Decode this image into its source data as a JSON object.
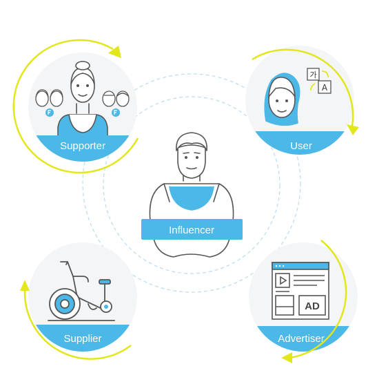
{
  "nodes": {
    "center": {
      "label": "Influencer"
    },
    "top_left": {
      "label": "Supporter",
      "badge_icon": "f-logo-badge"
    },
    "top_right": {
      "label": "User",
      "translate_glyph_1": "가",
      "translate_glyph_2": "A"
    },
    "bottom_left": {
      "label": "Supplier"
    },
    "bottom_right": {
      "label": "Advertiser",
      "ad_text": "AD"
    }
  },
  "colors": {
    "accent_blue": "#4bb8e7",
    "accent_yellow": "#e2e61a",
    "line_gray": "#5a5a5a",
    "circle_fill": "#f3f5f6",
    "dashed_ring": "#b9dcef"
  }
}
